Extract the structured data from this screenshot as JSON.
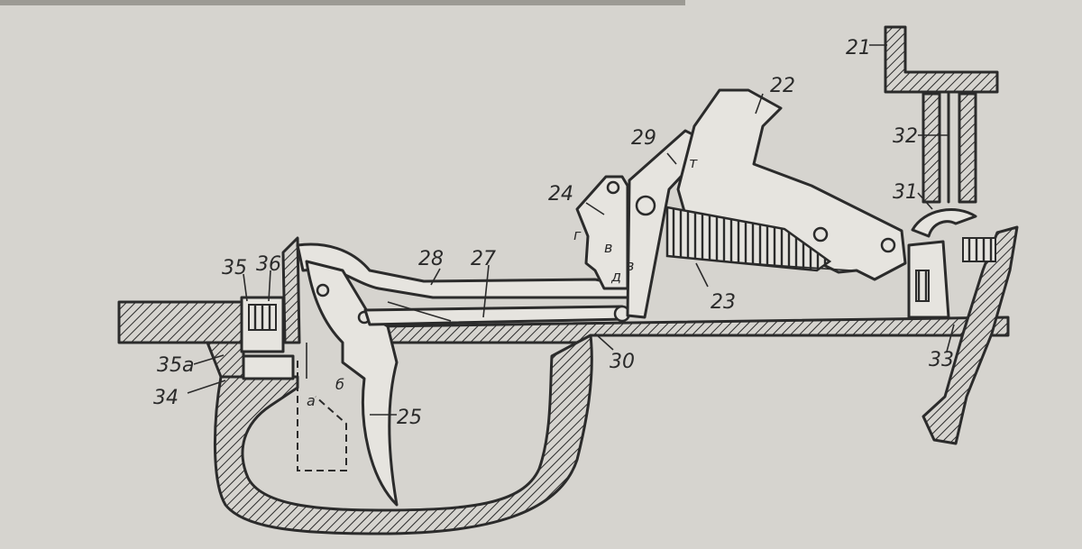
{
  "labels": {
    "l21": "21",
    "l22": "22",
    "l23": "23",
    "l24": "24",
    "l25": "25",
    "l27": "27",
    "l28": "28",
    "l29": "29",
    "l30": "30",
    "l31": "31",
    "l32": "32",
    "l33": "33",
    "l34": "34",
    "l35": "35",
    "l35a": "35a",
    "l36": "36"
  },
  "letters": {
    "g": "г",
    "v1": "в",
    "v2": "в",
    "d": "д",
    "m": "т",
    "a": "а",
    "b": "б"
  },
  "colors": {
    "paper": "#d6d4cf",
    "ink": "#2b2b2b"
  }
}
